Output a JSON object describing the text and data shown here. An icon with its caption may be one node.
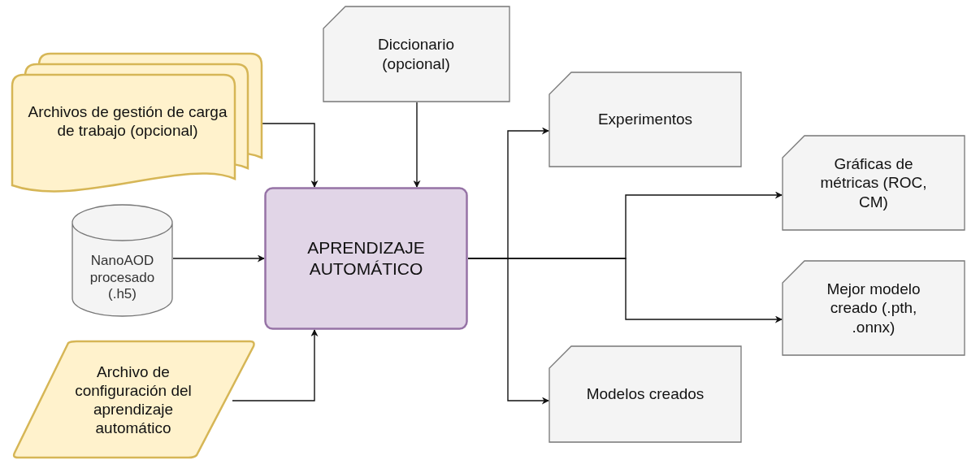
{
  "diagram": {
    "nodes": [
      {
        "text": [
          "Archivos de gestión de carga de trabajo (opcional)"
        ]
      },
      {
        "text": [
          "Diccionario (opcional)"
        ]
      },
      {
        "text": [
          "NanoAOD procesado (.h5)"
        ]
      },
      {
        "text": [
          "Archivo de configuración del aprendizaje automático"
        ]
      },
      {
        "text": [
          "APRENDIZAJE AUTOMÁTICO"
        ]
      },
      {
        "text": [
          "Experimentos"
        ]
      },
      {
        "text": [
          "Gráficas de métricas (ROC, CM)"
        ]
      },
      {
        "text": [
          "Mejor modelo creado (.pth, .onnx)"
        ]
      },
      {
        "text": [
          "Modelos creados"
        ]
      }
    ],
    "edges": [
      {
        "from": 0,
        "to": 4,
        "arrow": "to"
      },
      {
        "from": 1,
        "to": 4,
        "arrow": "to"
      },
      {
        "from": 2,
        "to": 4,
        "arrow": "to"
      },
      {
        "from": 3,
        "to": 4,
        "arrow": "to"
      },
      {
        "from": 4,
        "to": 5,
        "arrow": "to"
      },
      {
        "from": 4,
        "to": 6,
        "arrow": "to"
      },
      {
        "from": 4,
        "to": 7,
        "arrow": "to"
      },
      {
        "from": 4,
        "to": 8,
        "arrow": "to"
      }
    ]
  }
}
